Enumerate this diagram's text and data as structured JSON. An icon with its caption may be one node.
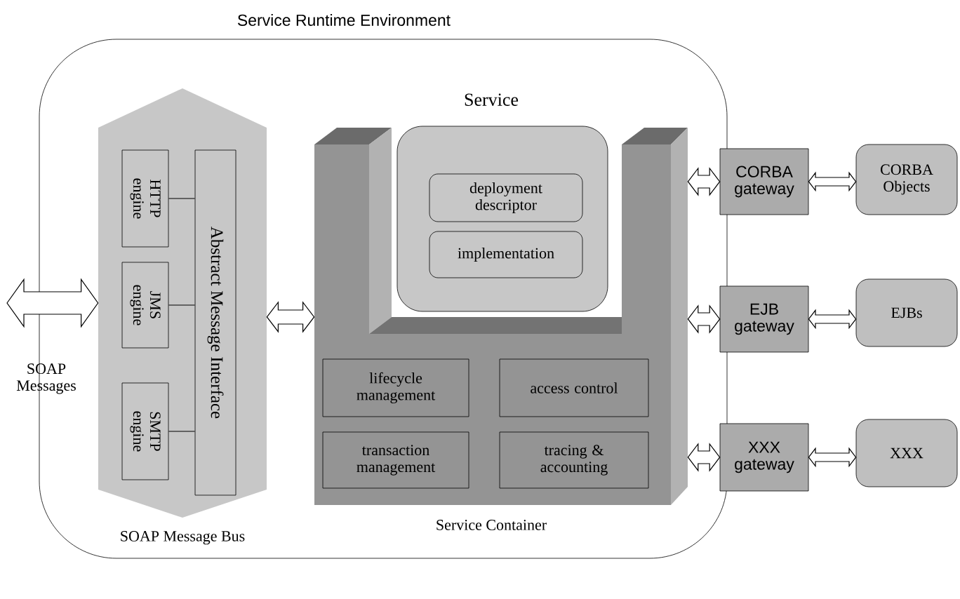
{
  "diagram": {
    "nodes": [
      {
        "text": [
          "Service Runtime Environment"
        ]
      },
      {
        "text": [
          "SOAP Message Bus"
        ],
        "in": 0
      },
      {
        "text": [
          "HTTP engine"
        ],
        "in": 1
      },
      {
        "text": [
          "JMS engine"
        ],
        "in": 1
      },
      {
        "text": [
          "SMTP engine"
        ],
        "in": 1
      },
      {
        "text": [
          "Abstract Message Interface"
        ],
        "in": 1
      },
      {
        "text": [
          "Service Container"
        ],
        "in": 0
      },
      {
        "text": [
          "Service"
        ],
        "in": 6
      },
      {
        "text": [
          "deployment descriptor"
        ],
        "in": 7
      },
      {
        "text": [
          "implementation"
        ],
        "in": 7
      },
      {
        "text": [
          "lifecycle management"
        ],
        "in": 6
      },
      {
        "text": [
          "access control"
        ],
        "in": 6
      },
      {
        "text": [
          "transaction management"
        ],
        "in": 6
      },
      {
        "text": [
          "tracing & accounting"
        ],
        "in": 6
      },
      {
        "text": [
          "CORBA gateway"
        ]
      },
      {
        "text": [
          "CORBA Objects"
        ]
      },
      {
        "text": [
          "EJB gateway"
        ]
      },
      {
        "text": [
          "EJBs"
        ]
      },
      {
        "text": [
          "XXX gateway"
        ]
      },
      {
        "text": [
          "XXX"
        ]
      }
    ],
    "edges": [
      {
        "from": null,
        "to": 1,
        "arrow": "both"
      },
      {
        "from": 1,
        "to": 6,
        "arrow": "both"
      },
      {
        "from": 6,
        "to": 14,
        "arrow": "both"
      },
      {
        "from": 6,
        "to": 16,
        "arrow": "both"
      },
      {
        "from": 6,
        "to": 18,
        "arrow": "both"
      },
      {
        "from": 14,
        "to": 15,
        "arrow": "both"
      },
      {
        "from": 16,
        "to": 17,
        "arrow": "both"
      },
      {
        "from": 18,
        "to": 19,
        "arrow": "both"
      },
      {
        "from": 2,
        "to": 5,
        "arrow": "none"
      },
      {
        "from": 3,
        "to": 5,
        "arrow": "none"
      },
      {
        "from": 4,
        "to": 5,
        "arrow": "none"
      }
    ],
    "labels": [
      "SOAP Messages"
    ]
  }
}
